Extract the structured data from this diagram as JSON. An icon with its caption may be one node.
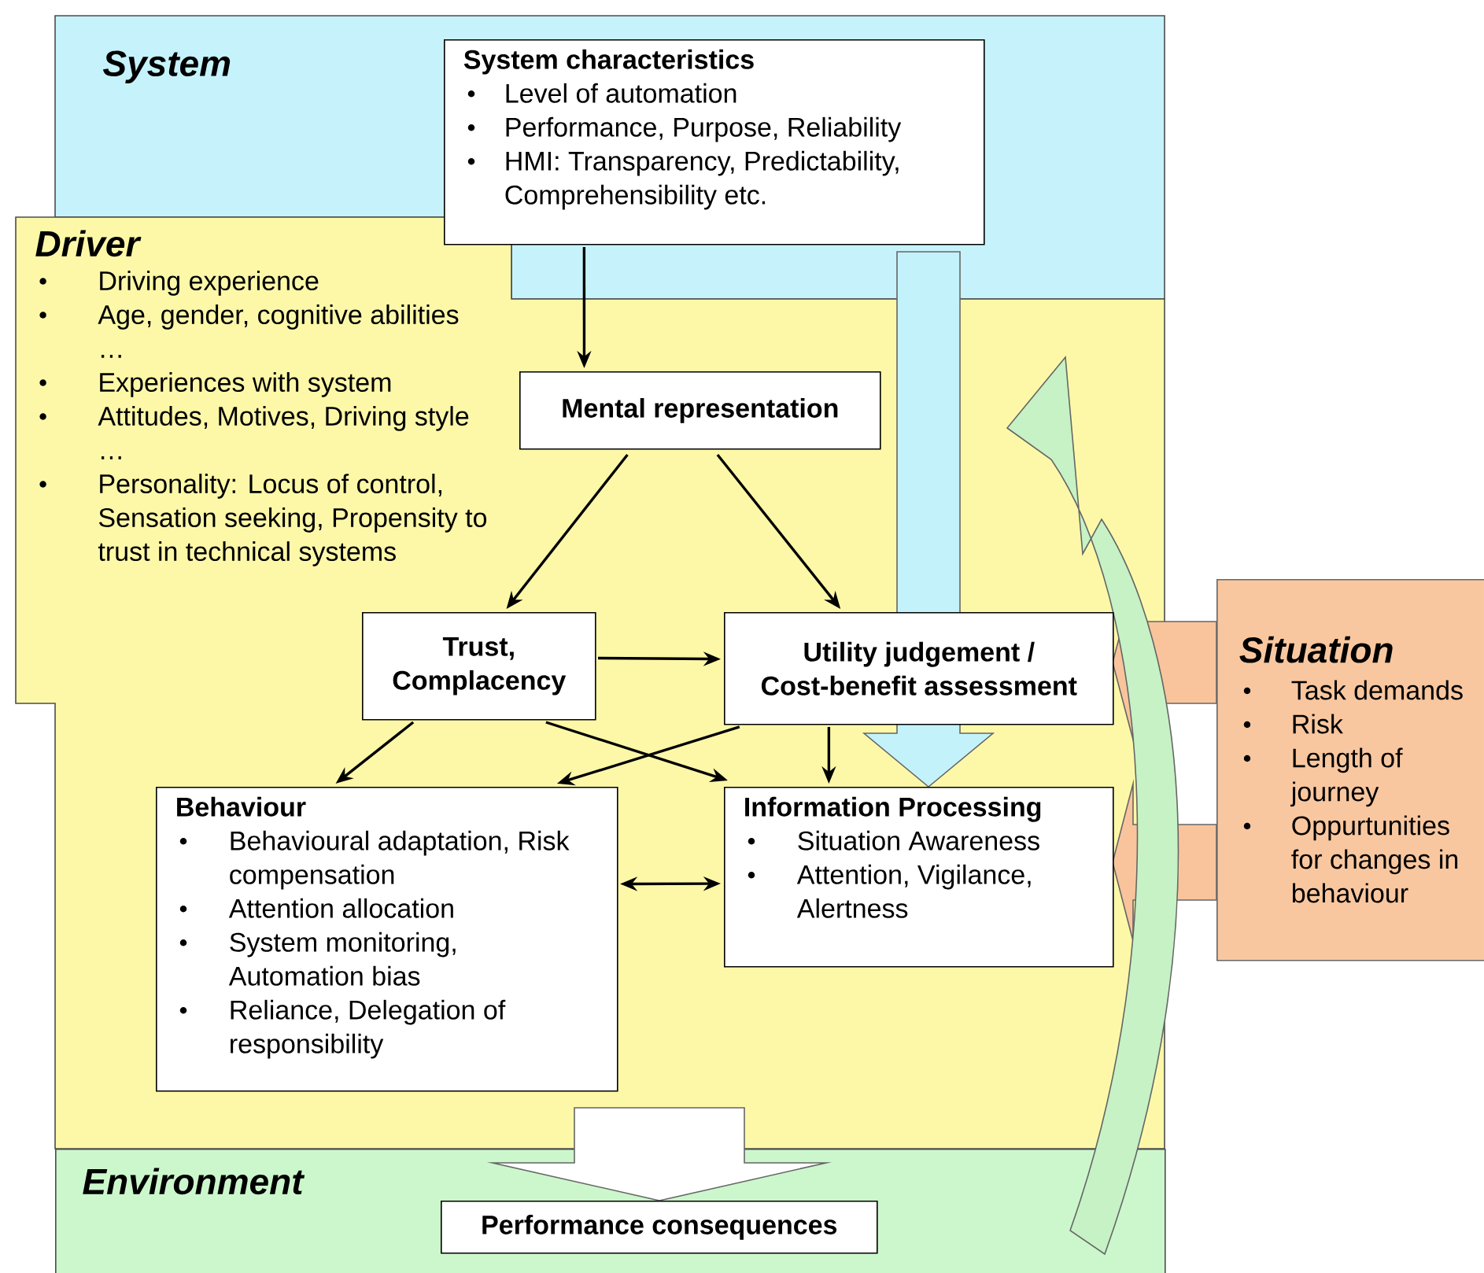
{
  "diagram": {
    "nodes": [
      {
        "text": [
          "System"
        ]
      },
      {
        "text": [
          "System characteristics",
          "Level of automation",
          "Performance, Purpose, Reliability",
          "HMI: Transparency, Predictability, Comprehensibility etc."
        ],
        "in": 0
      },
      {
        "text": [
          "Driver",
          "Driving experience",
          "Age, gender, cognitive abilities",
          "…",
          "Experiences with system",
          "Attitudes, Motives, Driving style",
          "…",
          "Personality: Locus of control, Sensation seeking, Propensity to trust in technical systems"
        ]
      },
      {
        "text": [
          "Mental representation"
        ],
        "in": 2
      },
      {
        "text": [
          "Trust, Complacency"
        ],
        "in": 2
      },
      {
        "text": [
          "Utility judgement / Cost-benefit assessment"
        ],
        "in": 2
      },
      {
        "text": [
          "Situation",
          "Task demands",
          "Risk",
          "Length of journey",
          "Oppurtunities for changes in behaviour"
        ]
      },
      {
        "text": [
          "Behaviour",
          "Behavioural adaptation, Risk compensation",
          "Attention allocation",
          "System monitoring, Automation bias",
          "Reliance, Delegation of responsibility"
        ],
        "in": 2
      },
      {
        "text": [
          "Information Processing",
          "Situation Awareness",
          "Attention, Vigilance, Alertness"
        ],
        "in": 2
      },
      {
        "text": [
          "Environment"
        ]
      },
      {
        "text": [
          "Performance consequences"
        ],
        "in": 9
      }
    ],
    "edges": [
      {
        "from": 1,
        "to": 3,
        "arrow": "to"
      },
      {
        "from": 3,
        "to": 4,
        "arrow": "to"
      },
      {
        "from": 3,
        "to": 5,
        "arrow": "to"
      },
      {
        "from": 4,
        "to": 5,
        "arrow": "to"
      },
      {
        "from": 4,
        "to": 7,
        "arrow": "to"
      },
      {
        "from": 4,
        "to": 8,
        "arrow": "to"
      },
      {
        "from": 5,
        "to": 7,
        "arrow": "to"
      },
      {
        "from": 5,
        "to": 8,
        "arrow": "to"
      },
      {
        "from": 7,
        "to": 8,
        "arrow": "both"
      },
      {
        "from": 1,
        "to": 8,
        "arrow": "to",
        "style": "thick",
        "color": "#c4f2fa"
      },
      {
        "from": 6,
        "to": 5,
        "arrow": "to",
        "style": "thick",
        "color": "#f9c49c"
      },
      {
        "from": 6,
        "to": 8,
        "arrow": "to",
        "style": "thick",
        "color": "#f9c49c"
      },
      {
        "from": 2,
        "to": 10,
        "arrow": "to",
        "style": "thick",
        "color": "#ffffff"
      },
      {
        "from": 9,
        "to": 2,
        "arrow": "to",
        "style": "thick",
        "color": "#c6f2c6"
      }
    ]
  }
}
